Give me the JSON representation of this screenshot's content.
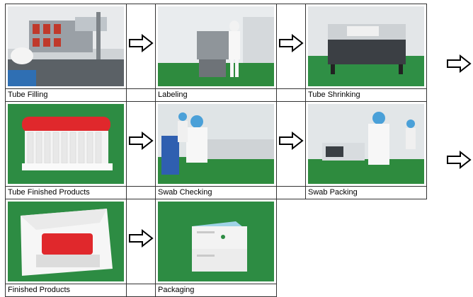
{
  "rows": [
    {
      "steps": [
        {
          "caption": "Tube Filling",
          "photo": "tube-filling-machine-photo"
        },
        {
          "caption": "Labeling",
          "photo": "labeling-operator-photo"
        },
        {
          "caption": "Tube Shrinking",
          "photo": "shrink-tunnel-machine-photo"
        }
      ]
    },
    {
      "steps": [
        {
          "caption": "Tube Finished Products",
          "photo": "red-cap-tubes-rack-photo"
        },
        {
          "caption": "Swab Checking",
          "photo": "swab-checking-workers-photo"
        },
        {
          "caption": "Swab Packing",
          "photo": "swab-packing-worker-photo"
        }
      ]
    },
    {
      "steps": [
        {
          "caption": "Finished Products",
          "photo": "open-kit-box-photo"
        },
        {
          "caption": "Packaging",
          "photo": "packaged-boxes-photo"
        }
      ]
    }
  ],
  "icons": {
    "flow": "right-arrow-icon"
  },
  "colors": {
    "border": "#333333",
    "green_floor": "#2e8b3e",
    "tube_red": "#e0282c"
  }
}
